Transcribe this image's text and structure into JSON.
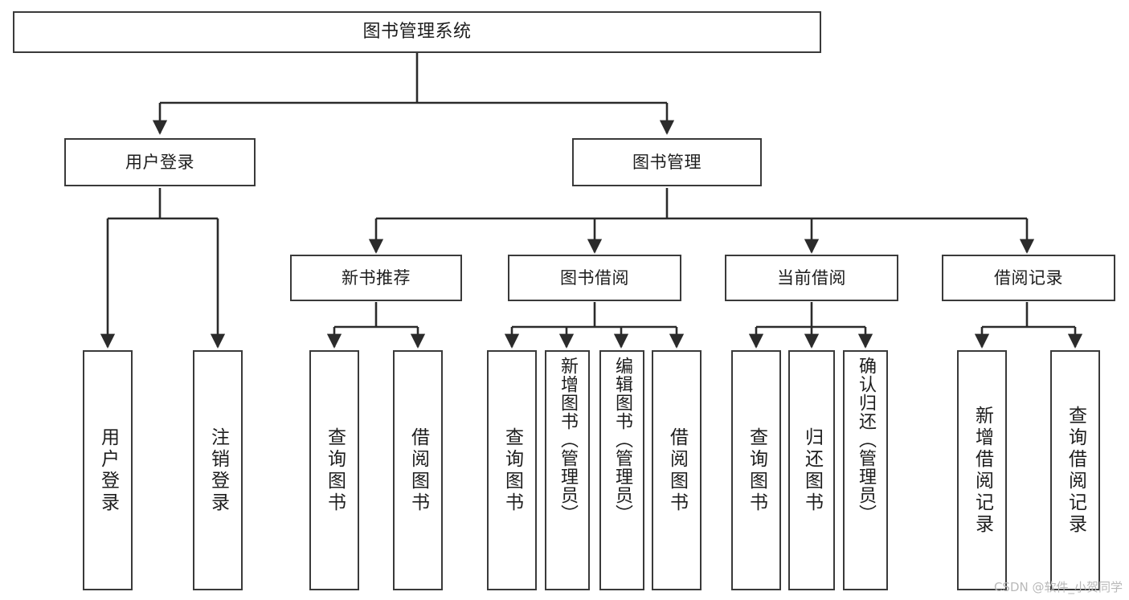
{
  "diagram": {
    "title": "图书管理系统",
    "watermark": "CSDN @软件_小贺同学",
    "colors": {
      "background": "#ffffff",
      "box_border": "#3a3a3a",
      "connector": "#2b2b2b",
      "text": "#1d1d1d",
      "watermark": "#b9b9b9"
    },
    "root": {
      "label": "图书管理系统"
    },
    "level1": [
      {
        "label": "用户登录"
      },
      {
        "label": "图书管理"
      }
    ],
    "level2": [
      {
        "label": "新书推荐"
      },
      {
        "label": "图书借阅"
      },
      {
        "label": "当前借阅"
      },
      {
        "label": "借阅记录"
      }
    ],
    "leaves": {
      "user_login": [
        {
          "label": "用户登录"
        },
        {
          "label": "注销登录"
        }
      ],
      "new_book_recommend": [
        {
          "label": "查询图书"
        },
        {
          "label": "借阅图书"
        }
      ],
      "book_borrow": [
        {
          "label": "查询图书"
        },
        {
          "label": "新增图书（管理员）"
        },
        {
          "label": "编辑图书（管理员）"
        },
        {
          "label": "借阅图书"
        }
      ],
      "current_borrow": [
        {
          "label": "查询图书"
        },
        {
          "label": "归还图书"
        },
        {
          "label": "确认归还（管理员）"
        }
      ],
      "borrow_record": [
        {
          "label": "新增借阅记录"
        },
        {
          "label": "查询借阅记录"
        }
      ]
    }
  }
}
